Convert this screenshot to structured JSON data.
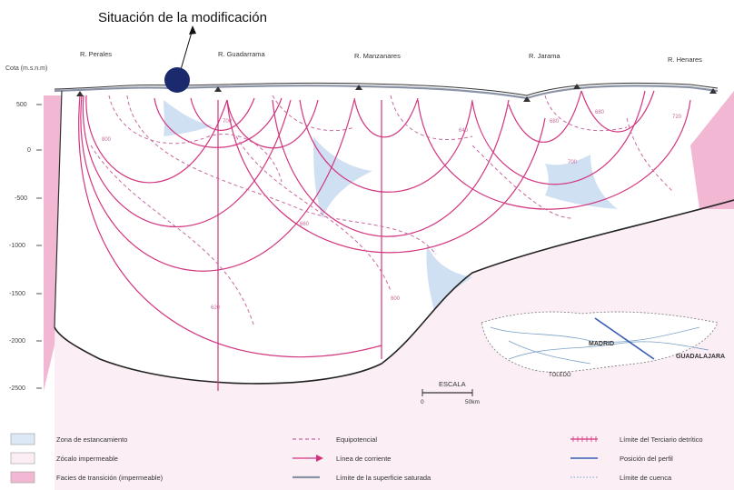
{
  "annotation": {
    "text": "Situación de la modificación",
    "marker_color": "#1a2a6c"
  },
  "axis": {
    "title": "Cota (m.s.n.m)",
    "ticks": [
      "500",
      "0",
      "-500",
      "-1000",
      "-1500",
      "-2000",
      "-2500"
    ]
  },
  "rivers": [
    "R. Perales",
    "R. Guadarrama",
    "R. Manzanares",
    "R. Jarama",
    "R. Henares"
  ],
  "equipotential_labels": [
    "800",
    "700",
    "660",
    "620",
    "600",
    "640",
    "680",
    "700",
    "680",
    "720"
  ],
  "inset": {
    "labels": [
      "MADRID",
      "GUADALAJARA",
      "TOLEDO"
    ]
  },
  "scale": {
    "title": "ESCALA",
    "left": "0",
    "right": "50km"
  },
  "legend": [
    {
      "label": "Zona de estancamiento",
      "swatch": "#dde8f6"
    },
    {
      "label": "Zócalo impermeable",
      "swatch": "#fbeef4"
    },
    {
      "label": "Facies de transición (impermeable)",
      "swatch": "#f2b8d3"
    },
    {
      "label": "Equipotencial",
      "line": "dashed"
    },
    {
      "label": "Línea de corriente",
      "line": "arrow"
    },
    {
      "label": "Límite de la superficie saturada",
      "line": "solid-grey"
    },
    {
      "label": "Límite del Terciario detrítico",
      "line": "hatched"
    },
    {
      "label": "Posición del perfil",
      "line": "solid-blue"
    },
    {
      "label": "Límite de cuenca",
      "line": "dotted"
    }
  ],
  "colors": {
    "flow": "#d2357f",
    "equipotential": "#c76aa0",
    "stagnation": "#cfe0f3",
    "basement": "#fbeef4",
    "transition": "#f2b8d3",
    "surface": "#8a93a6"
  }
}
